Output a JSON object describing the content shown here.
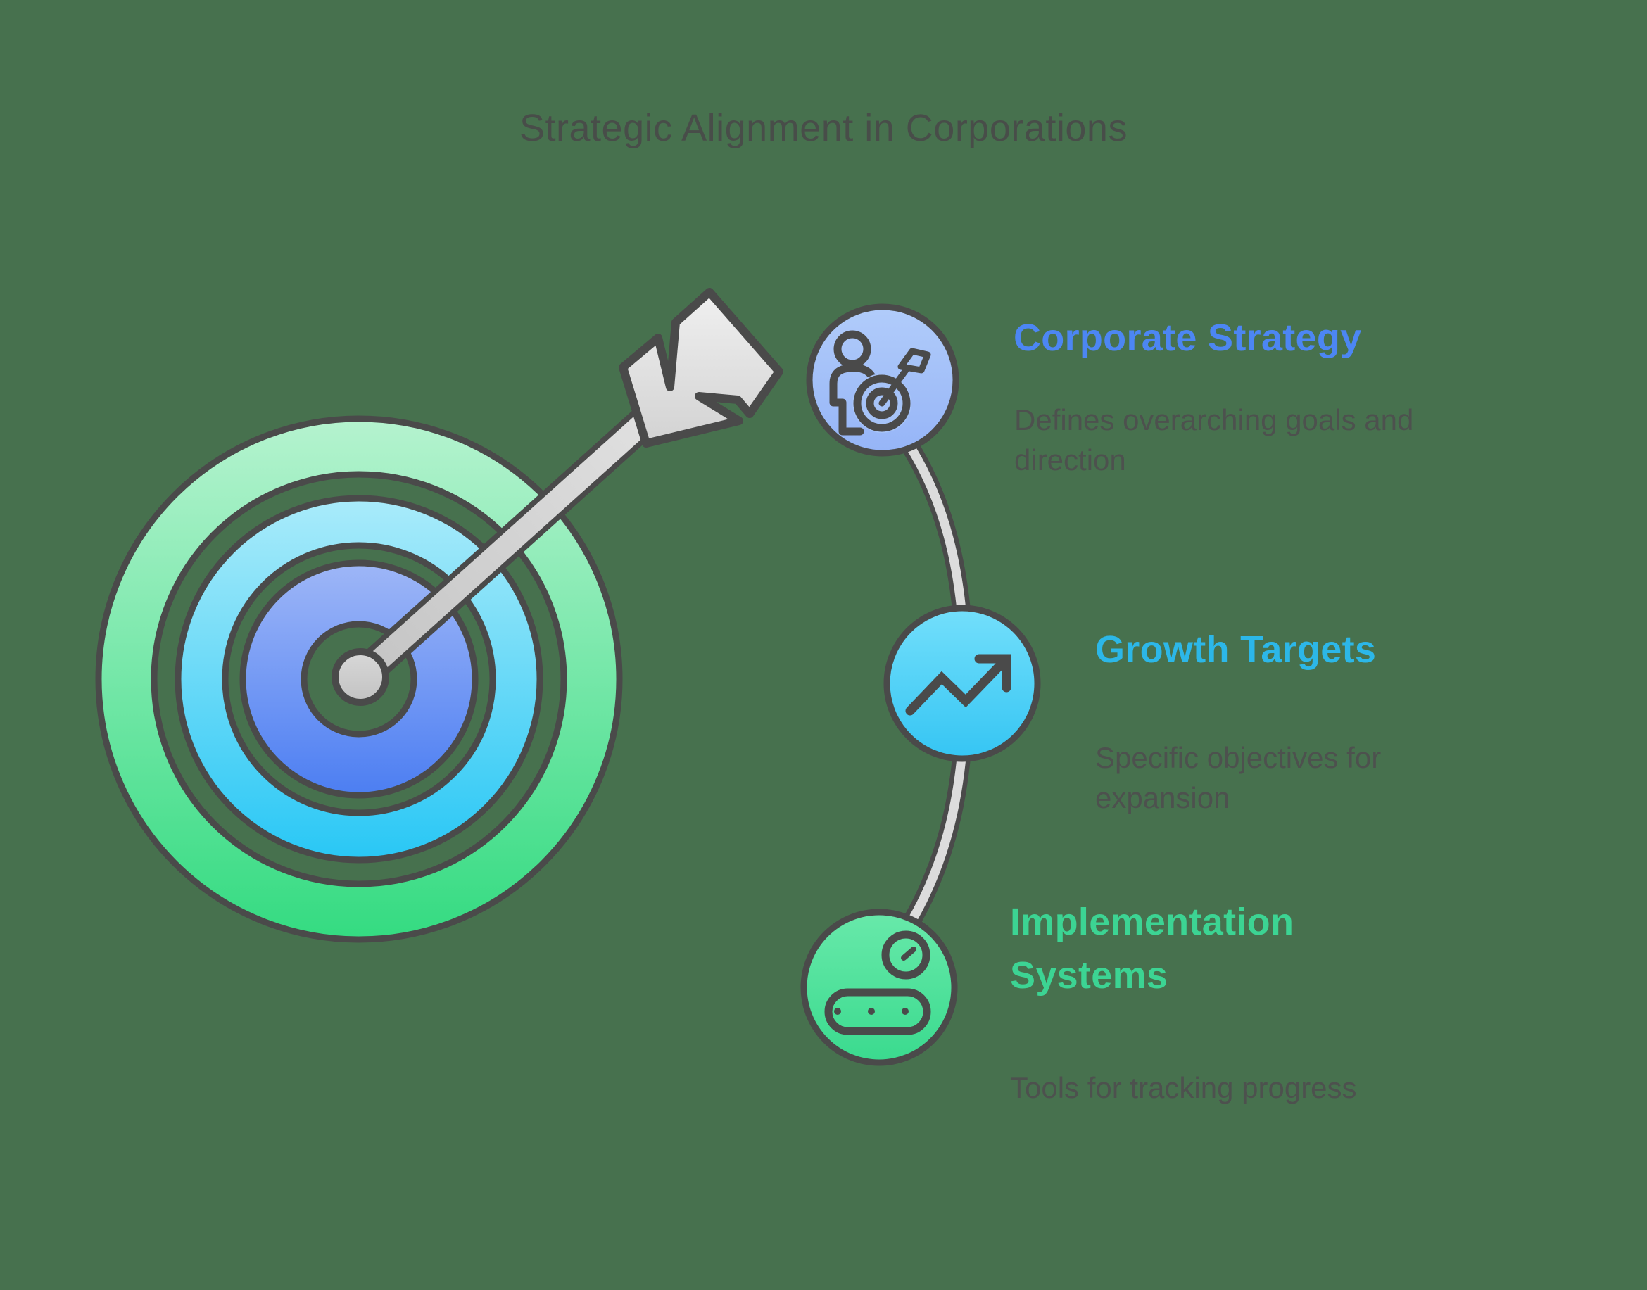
{
  "title": "Strategic Alignment in Corporations",
  "canvas": {
    "background_color": "#47714E",
    "title_color": "#484D49",
    "description_color": "#4D514E",
    "outline_color": "#4A4A4A",
    "connector_color": "#DCDCDC"
  },
  "illustration": {
    "name": "target-with-arrow",
    "rings": [
      {
        "name": "outer-ring",
        "color_top": "#B5F3CF",
        "color_bottom": "#34DB81"
      },
      {
        "name": "middle-ring",
        "color_top": "#A9EBFA",
        "color_bottom": "#28C7F5"
      },
      {
        "name": "inner-ring",
        "color_top": "#9FB7F7",
        "color_bottom": "#4C7EF2"
      }
    ],
    "arrow_color": "#D9D9D9"
  },
  "nodes": [
    {
      "id": "corporate-strategy",
      "label": "Corporate Strategy",
      "description": "Defines overarching goals and direction",
      "accent": "#4C86F3",
      "icon": "person-with-target-icon",
      "fill_top": "#B1CCFA",
      "fill_bottom": "#95B4F7"
    },
    {
      "id": "growth-targets",
      "label": "Growth Targets",
      "description": "Specific objectives for expansion",
      "accent": "#2CB7E8",
      "icon": "trend-up-arrow-icon",
      "fill_top": "#73DFFB",
      "fill_bottom": "#35C5F3"
    },
    {
      "id": "implementation-systems",
      "label": "Implementation Systems",
      "description": "Tools for tracking progress",
      "accent": "#3CD493",
      "icon": "conveyor-gauge-icon",
      "fill_top": "#68E9AA",
      "fill_bottom": "#3ADA8E"
    }
  ]
}
